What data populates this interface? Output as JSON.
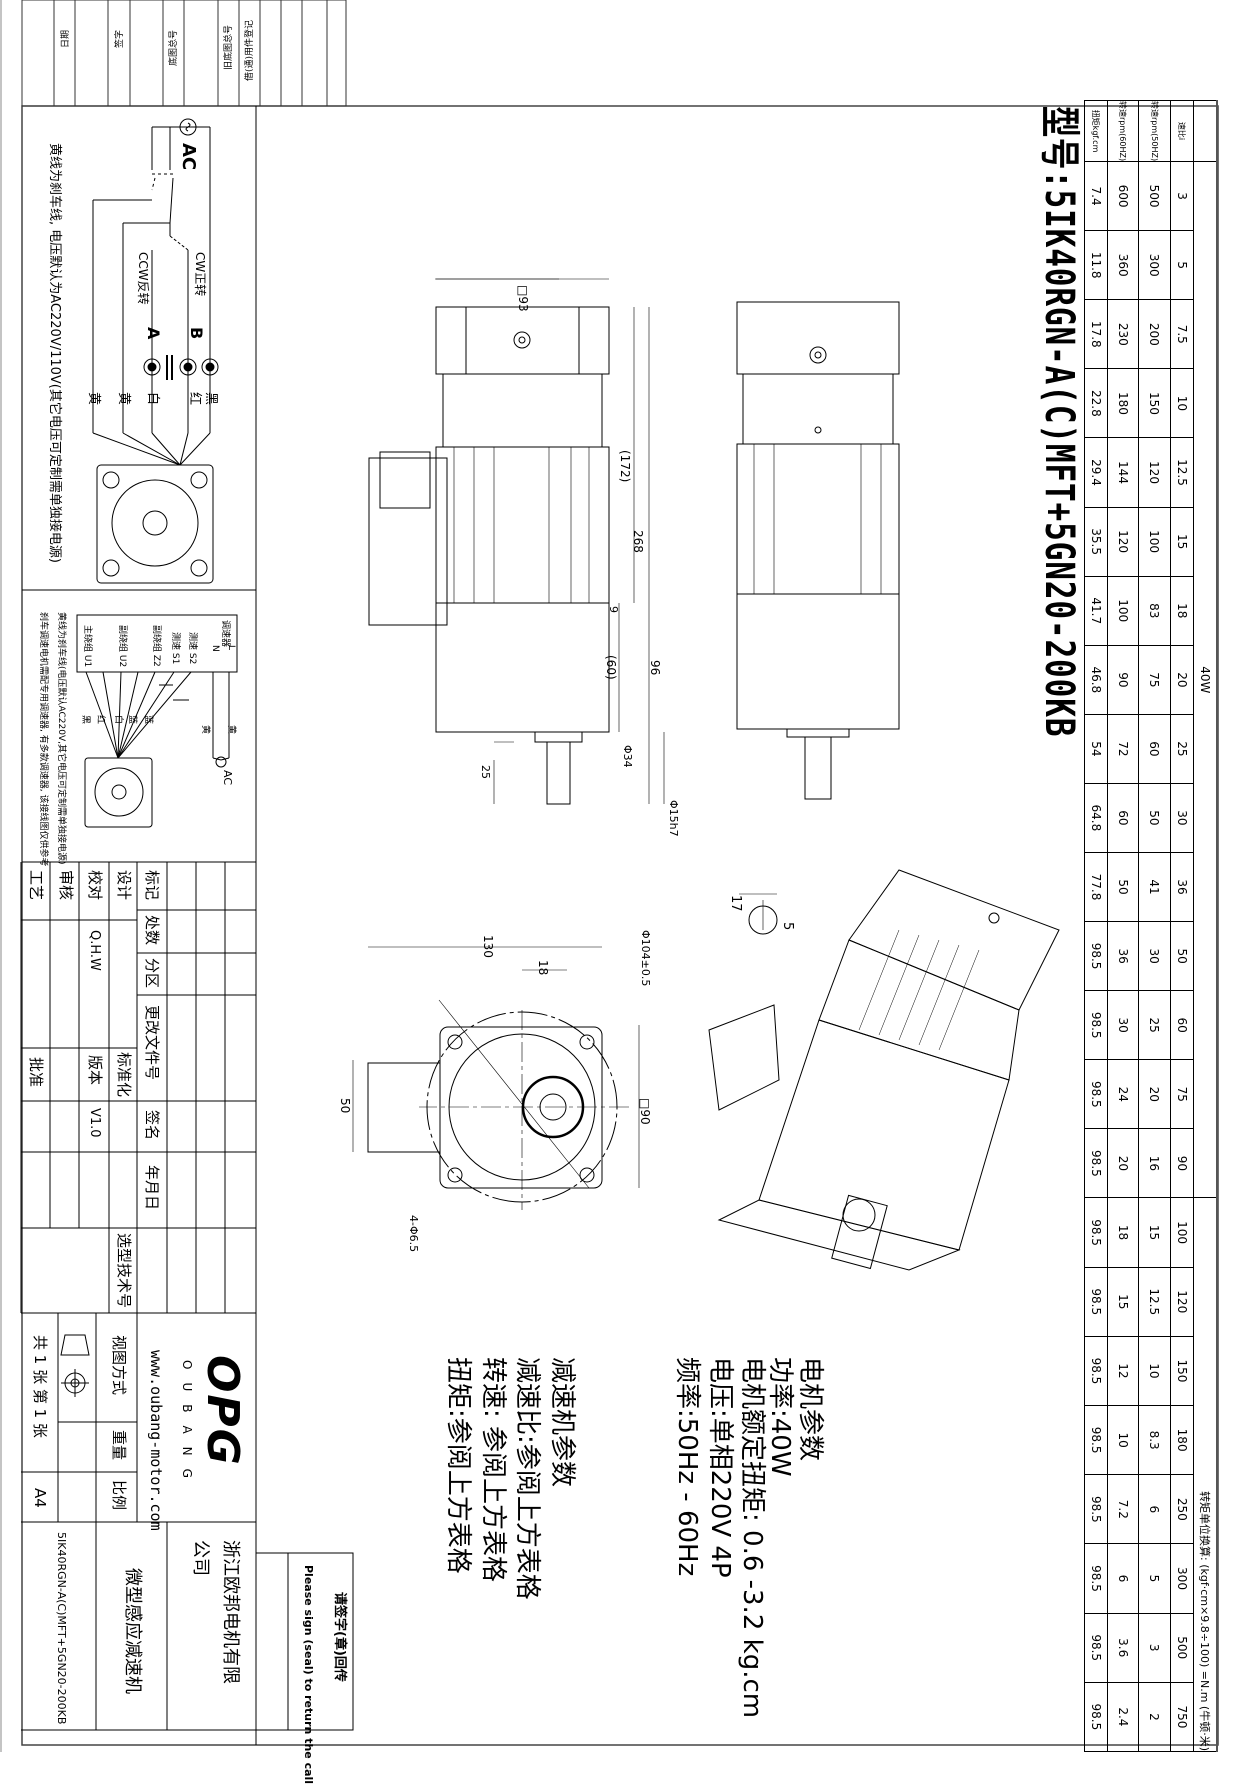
{
  "title": "型号:5IK40RGN-A(C)MFT+5GN20-200KB",
  "spec_table": {
    "power": "40W",
    "unit_note": "转矩单位换算: (kgf·cm×9.8÷100) =N.m (牛顿·米)",
    "row_labels": [
      "速比i",
      "转速rpm(50HZ)",
      "转速rpm(60HZ)",
      "扭矩kgf.cm"
    ],
    "ratio": [
      "3",
      "5",
      "7.5",
      "10",
      "12.5",
      "15",
      "18",
      "20",
      "25",
      "30",
      "36",
      "50",
      "60",
      "75",
      "90",
      "100",
      "120",
      "150",
      "180",
      "250",
      "300",
      "500",
      "750"
    ],
    "rpm_50hz": [
      "500",
      "300",
      "200",
      "150",
      "120",
      "100",
      "83",
      "75",
      "60",
      "50",
      "41",
      "30",
      "25",
      "20",
      "16",
      "15",
      "12.5",
      "10",
      "8.3",
      "6",
      "5",
      "3",
      "2"
    ],
    "rpm_60hz": [
      "600",
      "360",
      "230",
      "180",
      "144",
      "120",
      "100",
      "90",
      "72",
      "60",
      "50",
      "36",
      "30",
      "24",
      "20",
      "18",
      "15",
      "12",
      "10",
      "7.2",
      "6",
      "3.6",
      "2.4"
    ],
    "torque": [
      "7.4",
      "11.8",
      "17.8",
      "22.8",
      "29.4",
      "35.5",
      "41.7",
      "46.8",
      "54",
      "64.8",
      "77.8",
      "98.5",
      "98.5",
      "98.5",
      "98.5",
      "98.5",
      "98.5",
      "98.5",
      "98.5",
      "98.5",
      "98.5",
      "98.5",
      "98.5"
    ]
  },
  "dimensions": {
    "side_total": "268",
    "side_motor": "(172)",
    "side_gear": "96",
    "side_gear_inner": "(60)",
    "side_gap": "9",
    "shaft_len": "25",
    "square_93": "□93",
    "boss_dia": "Φ34",
    "shaft_dia": "Φ15h7",
    "front_width": "130",
    "front_offset": "18",
    "front_pcd": "Φ104±0.5",
    "front_square": "□90",
    "front_box": "50",
    "front_holes": "4-Φ6.5",
    "key_width": "17",
    "key_depth": "5"
  },
  "motor_params": {
    "heading": "电机参数",
    "power": "功率:40W",
    "rated_torque": "电机额定扭矩: 0.6 -3.2 kg.cm",
    "voltage": "电压:单相220V 4P",
    "frequency": "频率:50Hz - 60Hz"
  },
  "gearbox_params": {
    "heading": "减速机参数",
    "ratio": "减速比:参阅上方表格",
    "speed": "转速: 参阅上方表格",
    "torque": "扭矩:参阅上方表格"
  },
  "wiring1": {
    "ac": "AC",
    "cw": "CW正转",
    "ccw": "CCW反转",
    "b": "B",
    "a": "A",
    "wires": [
      "黑",
      "红",
      "白",
      "黄",
      "黄"
    ],
    "note": "黄线为刹车线, 电压默认为AC220V/110V(其它电压可定制需单独接电源)"
  },
  "wiring2": {
    "controller": "调速器",
    "terminals": [
      "L",
      "N",
      "测速 S2",
      "测速 S1",
      "副绕组 Z2",
      "副绕组 U2",
      "主绕组 U1"
    ],
    "wires": [
      "黄",
      "黄",
      "蓝",
      "蓝",
      "白",
      "红",
      "黑"
    ],
    "ac": "AC",
    "note1": "黄线为刹车线(电压默认AC220V,其它电压可定制需单独接电源)",
    "note2": "刹车调速电机需配专用调速器, 有多款调速器, 该接线图仅供参考"
  },
  "signoff_strip": [
    "日期",
    "签字",
    "底图总号",
    "旧底图总号",
    "借(通)用件登记"
  ],
  "title_block": {
    "mark": "标记",
    "count": "处数",
    "zone": "分区",
    "change_doc": "更改文件号",
    "sign": "签名",
    "date": "年月日",
    "design": "设计",
    "standardize": "标准化",
    "selection_no": "选型技术号",
    "check": "校对",
    "checker": "Q.H.W",
    "version_label": "版本",
    "version": "V1.0",
    "review": "审核",
    "process": "工艺",
    "approve": "批准",
    "view_method": "视图方式",
    "weight": "重量",
    "scale": "比例",
    "sheets": "共 1 张 第 1 张",
    "paper": "A4",
    "logo": "OPG",
    "logo_sub": "OUBANG",
    "website": "www.oubang-motor.com",
    "company_line1": "浙江欧邦电机有限",
    "company_line2": "公司",
    "product": "微型感应减速机",
    "model": "5IK40RGN-A(C)MFT+5GN20-200KB",
    "return_cn": "请签字(章)回传",
    "return_en": "Please sign (seal) to return the call"
  }
}
